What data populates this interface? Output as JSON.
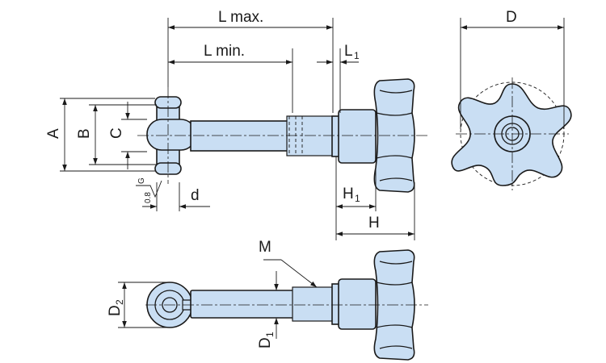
{
  "labels": {
    "l_max": "L max.",
    "l_min": "L min.",
    "l1_main": "L",
    "l1_sub": "1",
    "d_big": "D",
    "a": "A",
    "b": "B",
    "c": "C",
    "d_small": "d",
    "h1_main": "H",
    "h1_sub": "1",
    "h": "H",
    "m": "M",
    "d2_main": "D",
    "d2_sub": "2",
    "d1_main": "D",
    "d1_sub": "1"
  },
  "surface": {
    "roughness_symbol": "G",
    "roughness_value": "0.8"
  },
  "colors": {
    "part_fill": "#c9def3",
    "line": "#1a1a1a"
  }
}
